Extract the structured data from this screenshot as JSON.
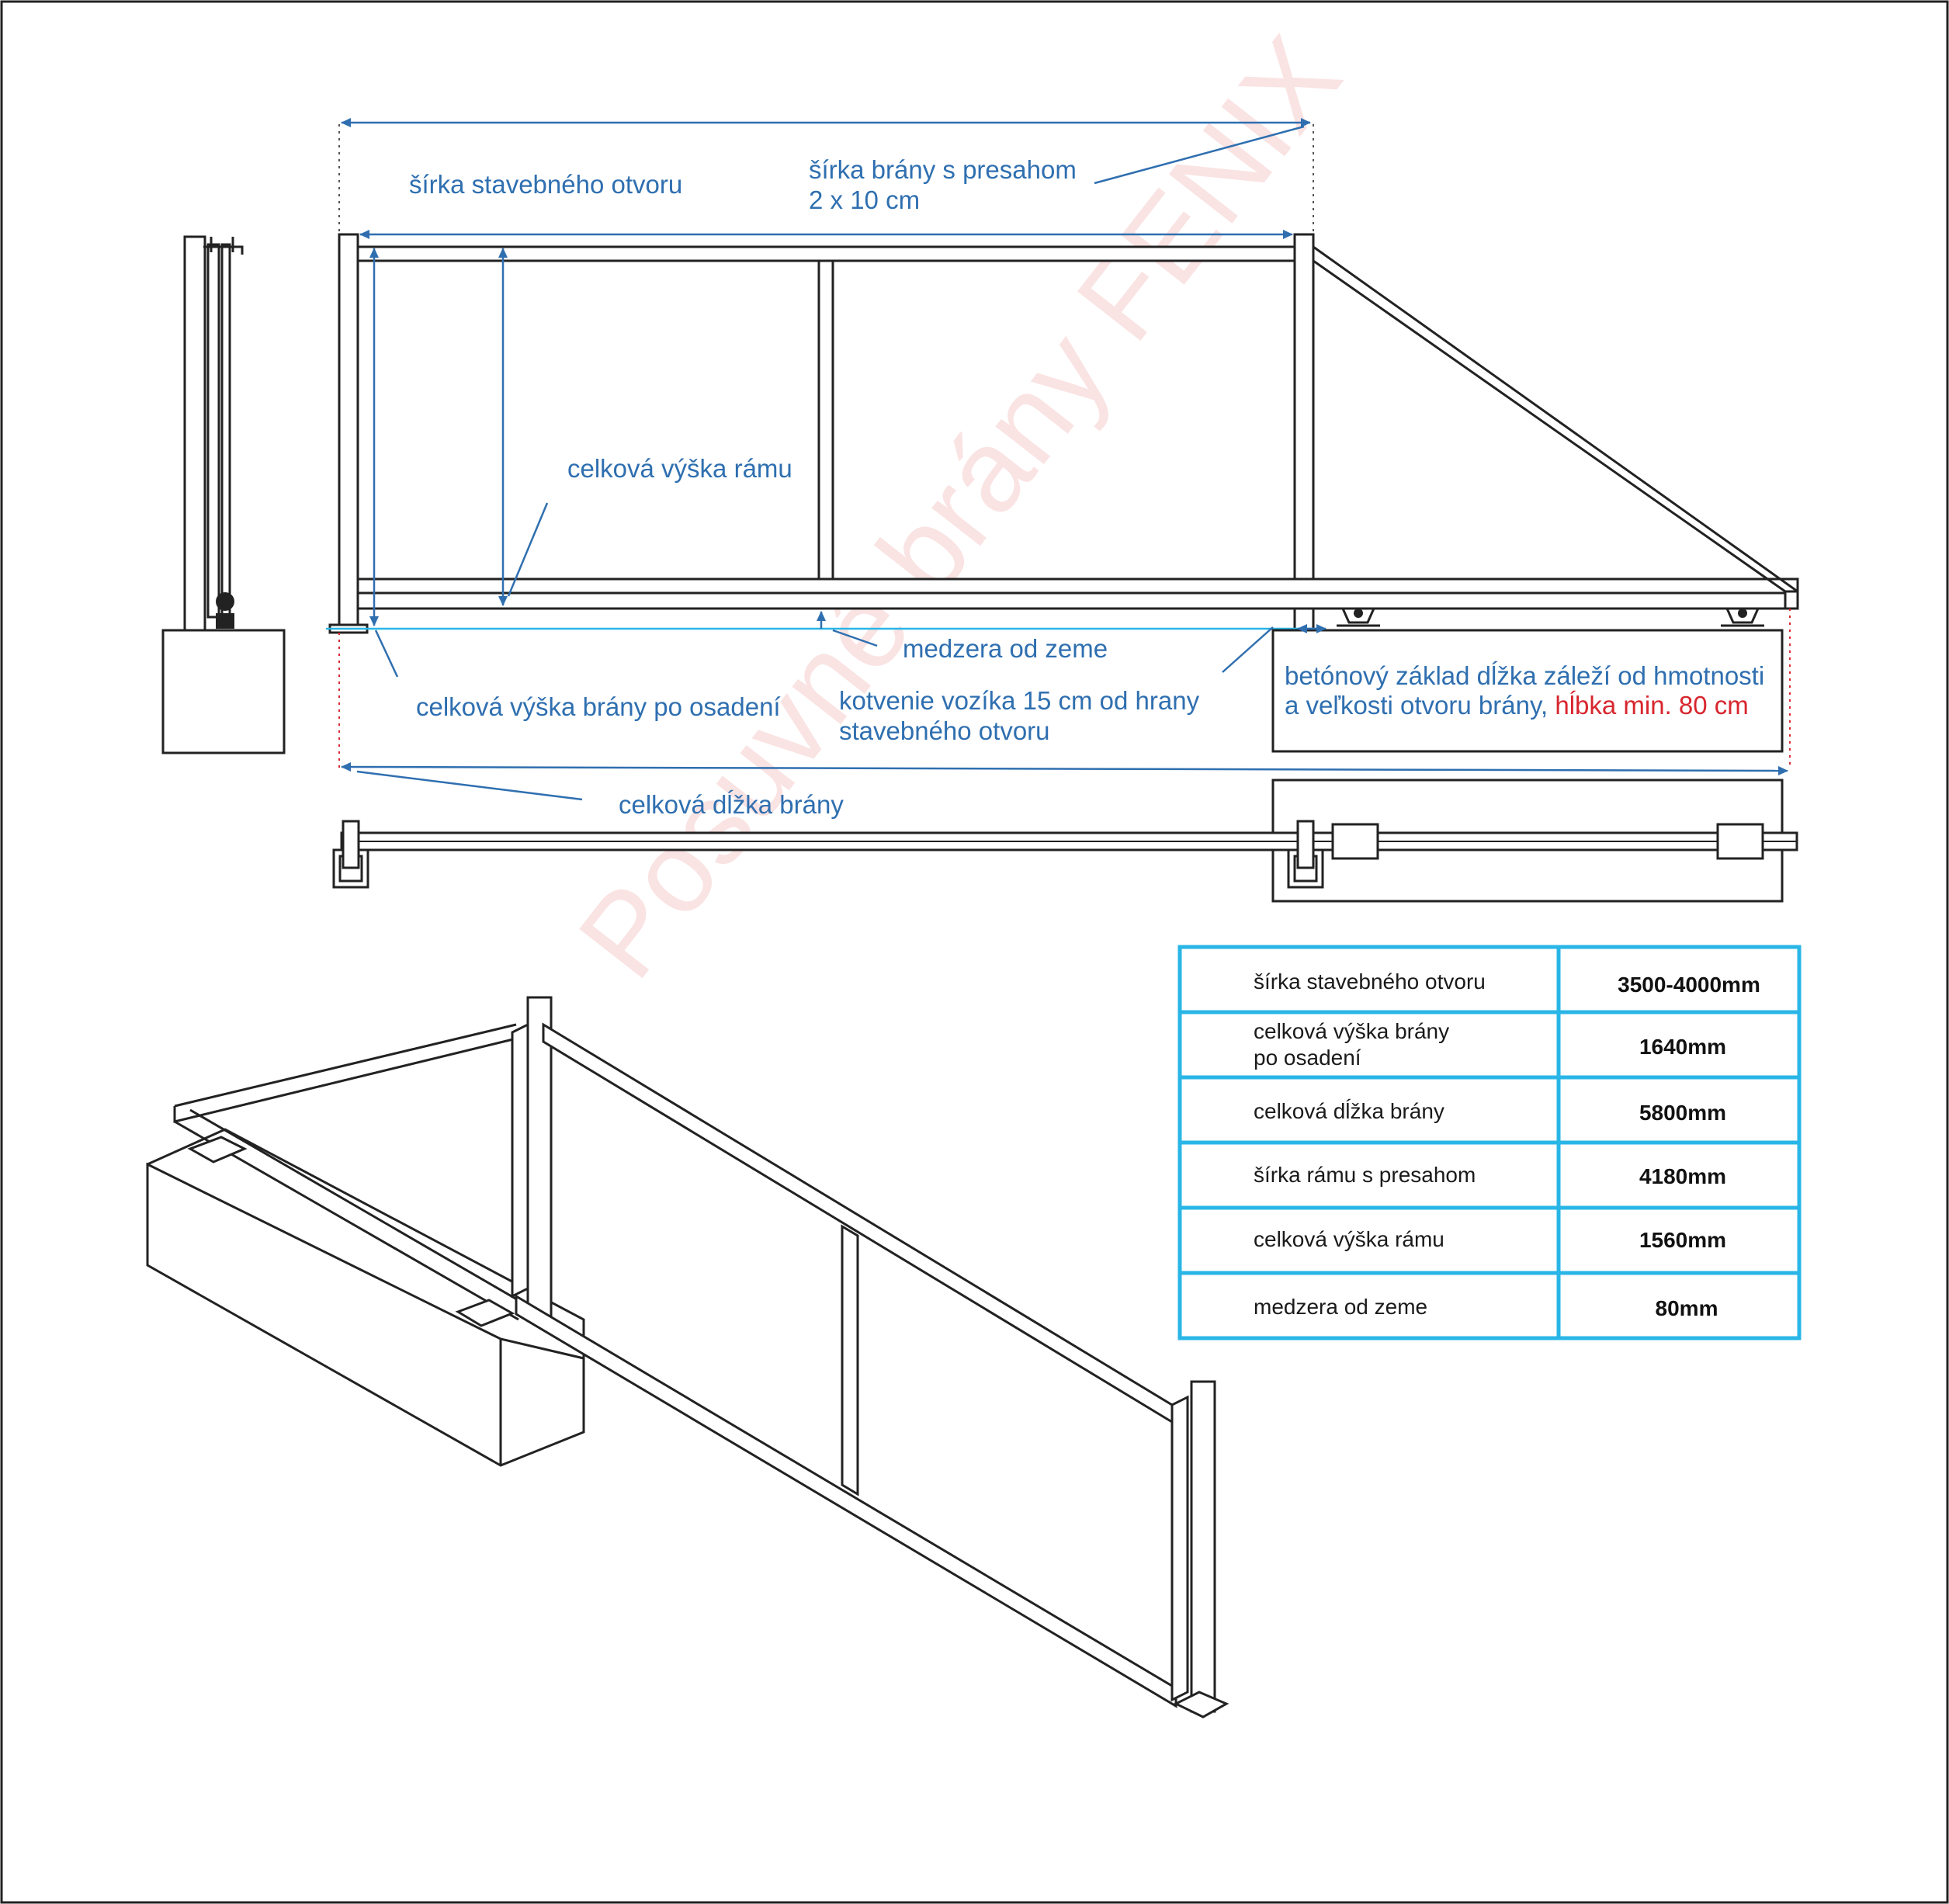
{
  "watermark": "Posuvné brány FENIX",
  "labels": {
    "opening_width": "šírka stavebného otvoru",
    "gate_width_line1": "šírka brány s presahom",
    "gate_width_line2": "2 x 10 cm",
    "frame_height": "celková výška rámu",
    "ground_gap": "medzera od zeme",
    "gate_height_installed": "celková výška brány po osadení",
    "anchor_line1": "kotvenie vozíka 15 cm od hrany",
    "anchor_line2": "stavebného otvoru",
    "foundation_line1": "betónový základ dĺžka záleží od hmotnosti",
    "foundation_line2_prefix": "a veľkosti otvoru brány, ",
    "foundation_line2_highlight": "hĺbka min. 80 cm",
    "total_length": "celková dĺžka brány"
  },
  "colors": {
    "label_blue": "#2f6fb0",
    "highlight_red": "#d8262e",
    "table_border": "#29b6e6",
    "frame_line": "#222222"
  },
  "spec_table": {
    "rows": [
      {
        "name": "šírka stavebného otvoru",
        "value": "3500-4000mm"
      },
      {
        "name_line1": "celková výška brány",
        "name_line2": "po osadení",
        "value": "1640mm"
      },
      {
        "name": "celková dĺžka brány",
        "value": "5800mm"
      },
      {
        "name": "šírka rámu s presahom",
        "value": "4180mm"
      },
      {
        "name": "celková výška rámu",
        "value": "1560mm"
      },
      {
        "name": "medzera od zeme",
        "value": "80mm"
      }
    ]
  }
}
